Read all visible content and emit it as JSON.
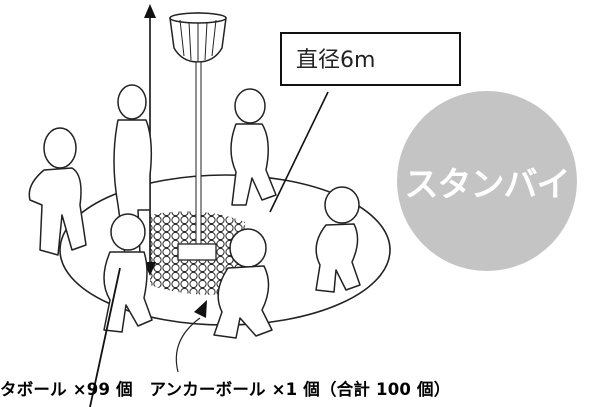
{
  "diameter_label": "直径6m",
  "standby_badge": "スタンバイ",
  "badge_color": "#c4c4c4",
  "caption": "タボール ×99 個　アンカーボール ×1 個（合計 100 個）",
  "icons": [
    "basket-icon",
    "pole-icon",
    "person-icon",
    "ball-cluster-icon"
  ]
}
